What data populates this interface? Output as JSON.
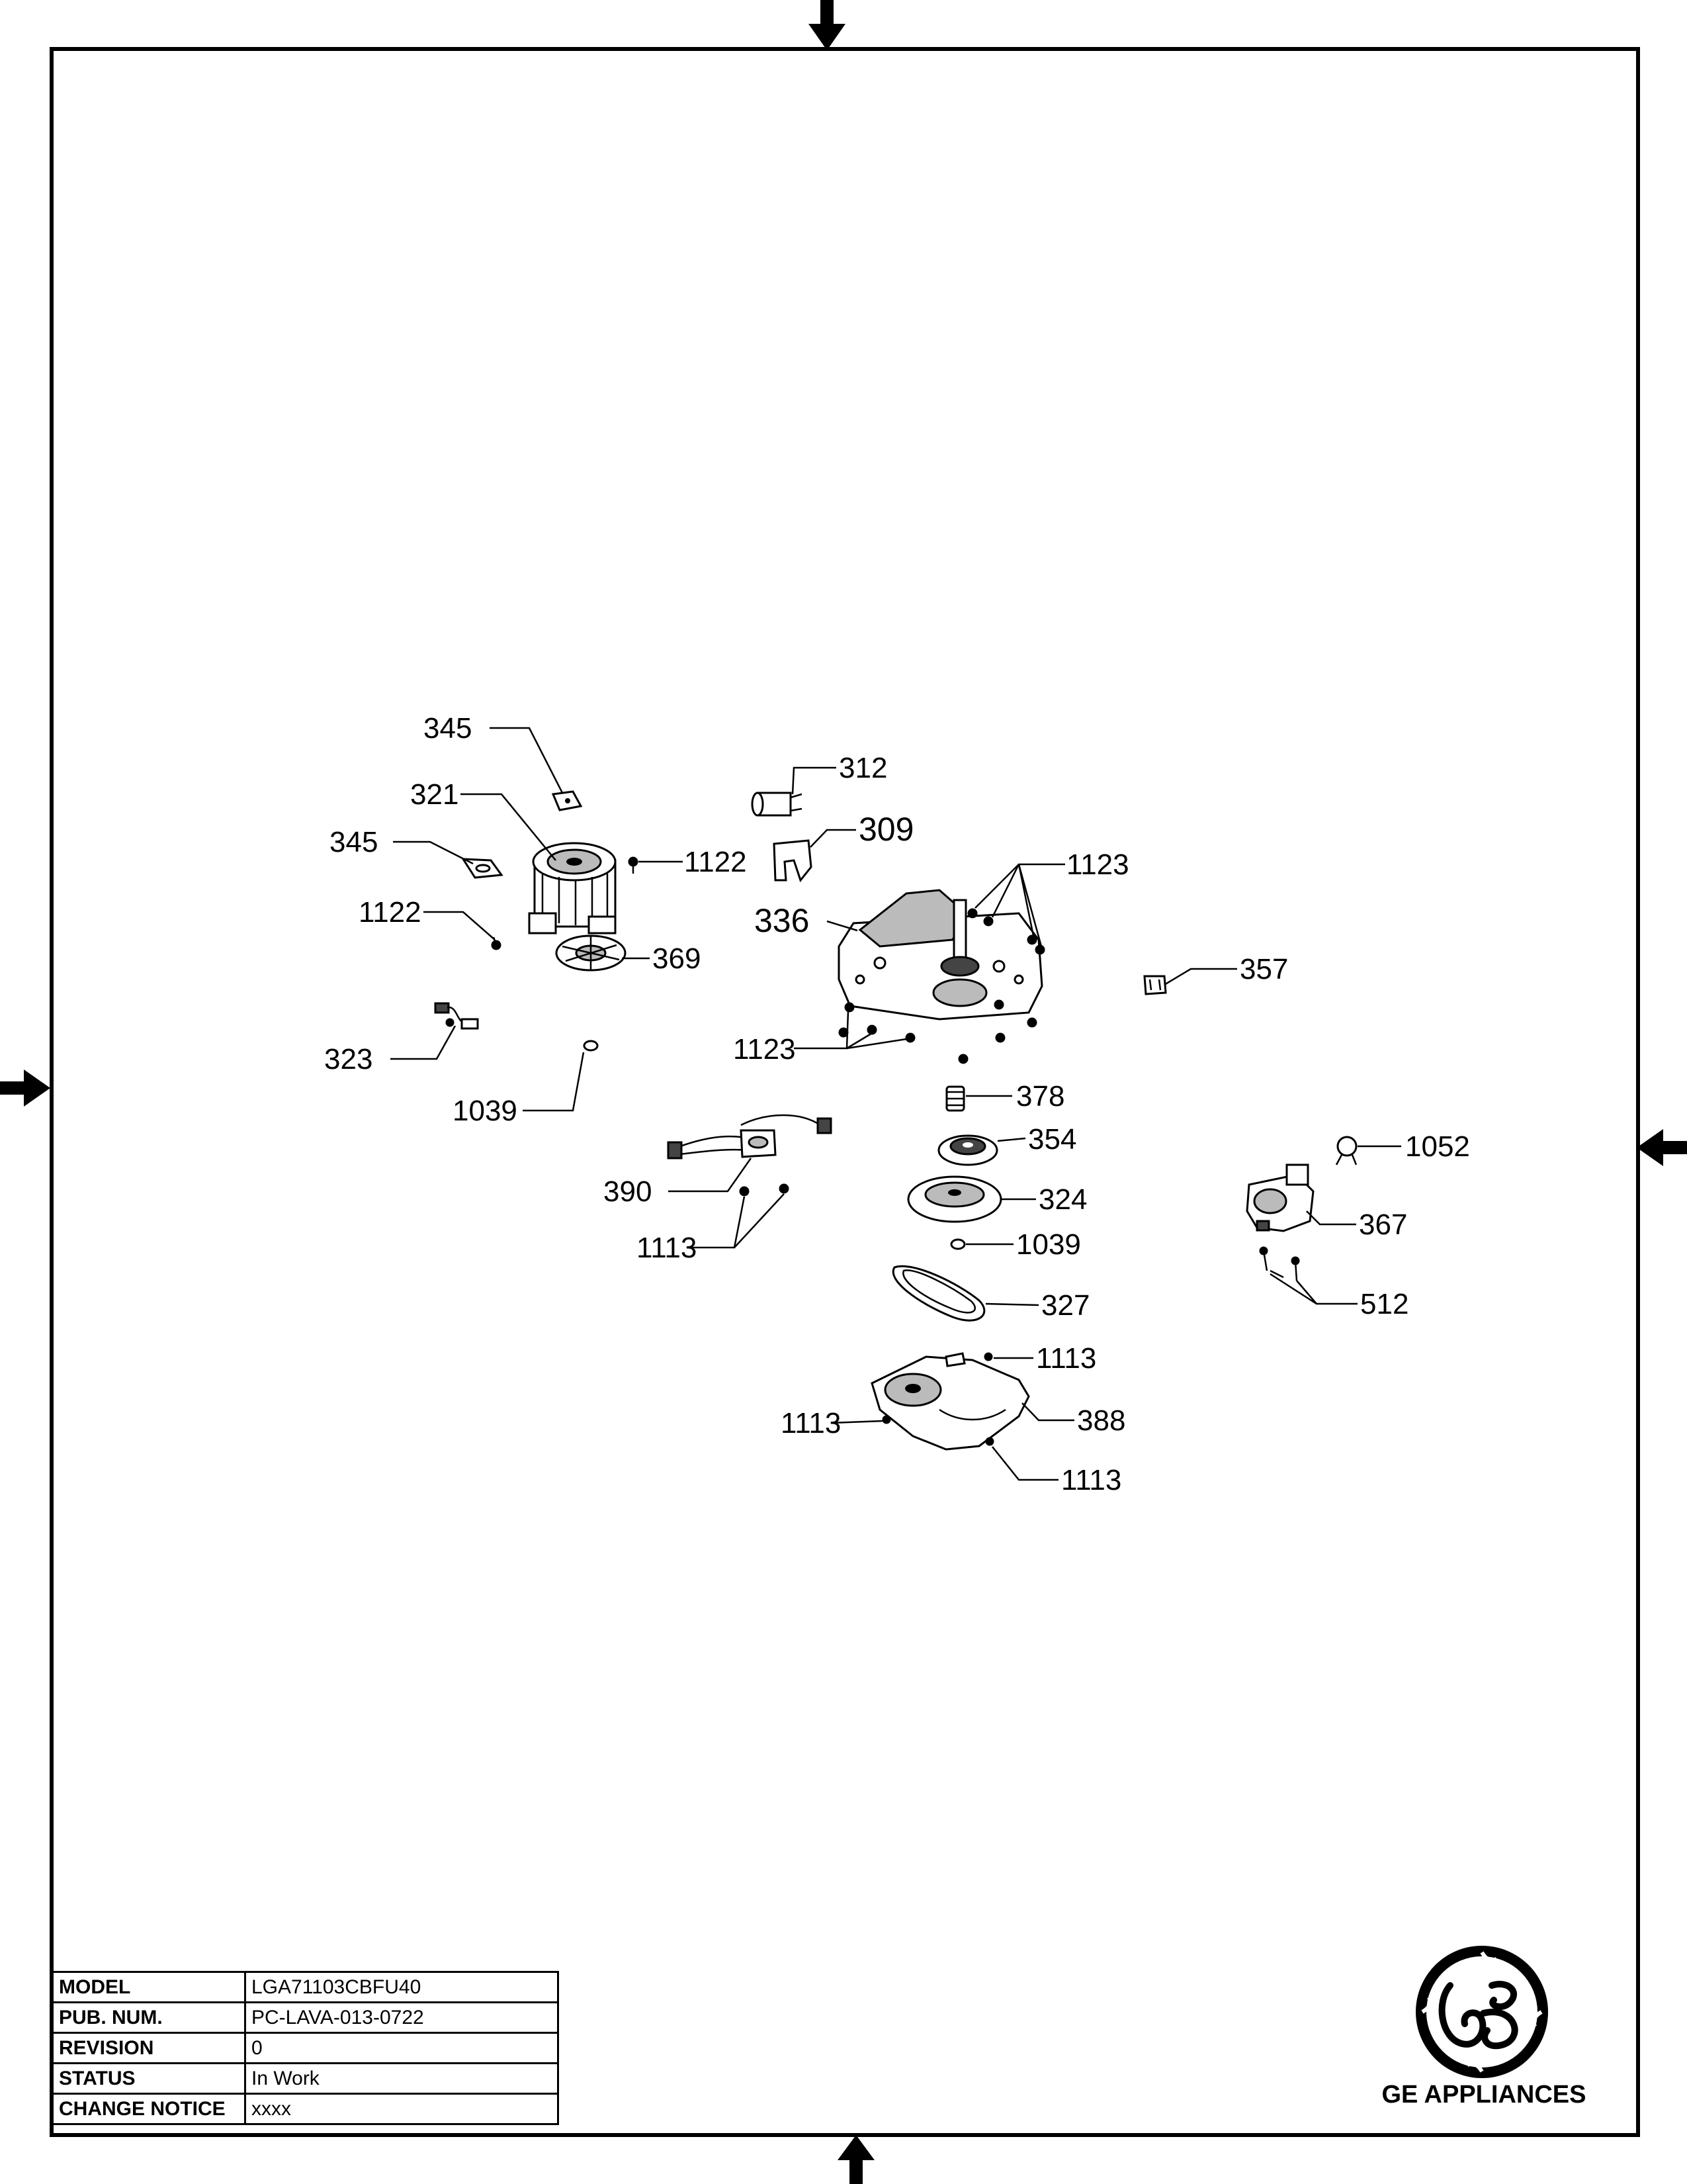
{
  "callouts": {
    "c345a": "345",
    "c321": "321",
    "c345b": "345",
    "c1122a": "1122",
    "c1122b": "1122",
    "c369": "369",
    "c323": "323",
    "c1039a": "1039",
    "c312": "312",
    "c309": "309",
    "c1123a": "1123",
    "c336": "336",
    "c1123b": "1123",
    "c357": "357",
    "c378": "378",
    "c354": "354",
    "c324": "324",
    "c1039b": "1039",
    "c327": "327",
    "c390": "390",
    "c1113a": "1113",
    "c1052": "1052",
    "c367": "367",
    "c512": "512",
    "c1113b": "1113",
    "c388": "388",
    "c1113c": "1113",
    "c1113d": "1113"
  },
  "title_block": {
    "rows": [
      {
        "label": "MODEL",
        "value": "LGA71103CBFU40"
      },
      {
        "label": "PUB. NUM.",
        "value": "PC-LAVA-013-0722"
      },
      {
        "label": "REVISION",
        "value": "0"
      },
      {
        "label": "STATUS",
        "value": "In Work"
      },
      {
        "label": "CHANGE NOTICE",
        "value": "xxxx"
      }
    ]
  },
  "brand": {
    "name": "GE APPLIANCES",
    "logo_icon": "ge-monogram-icon"
  }
}
